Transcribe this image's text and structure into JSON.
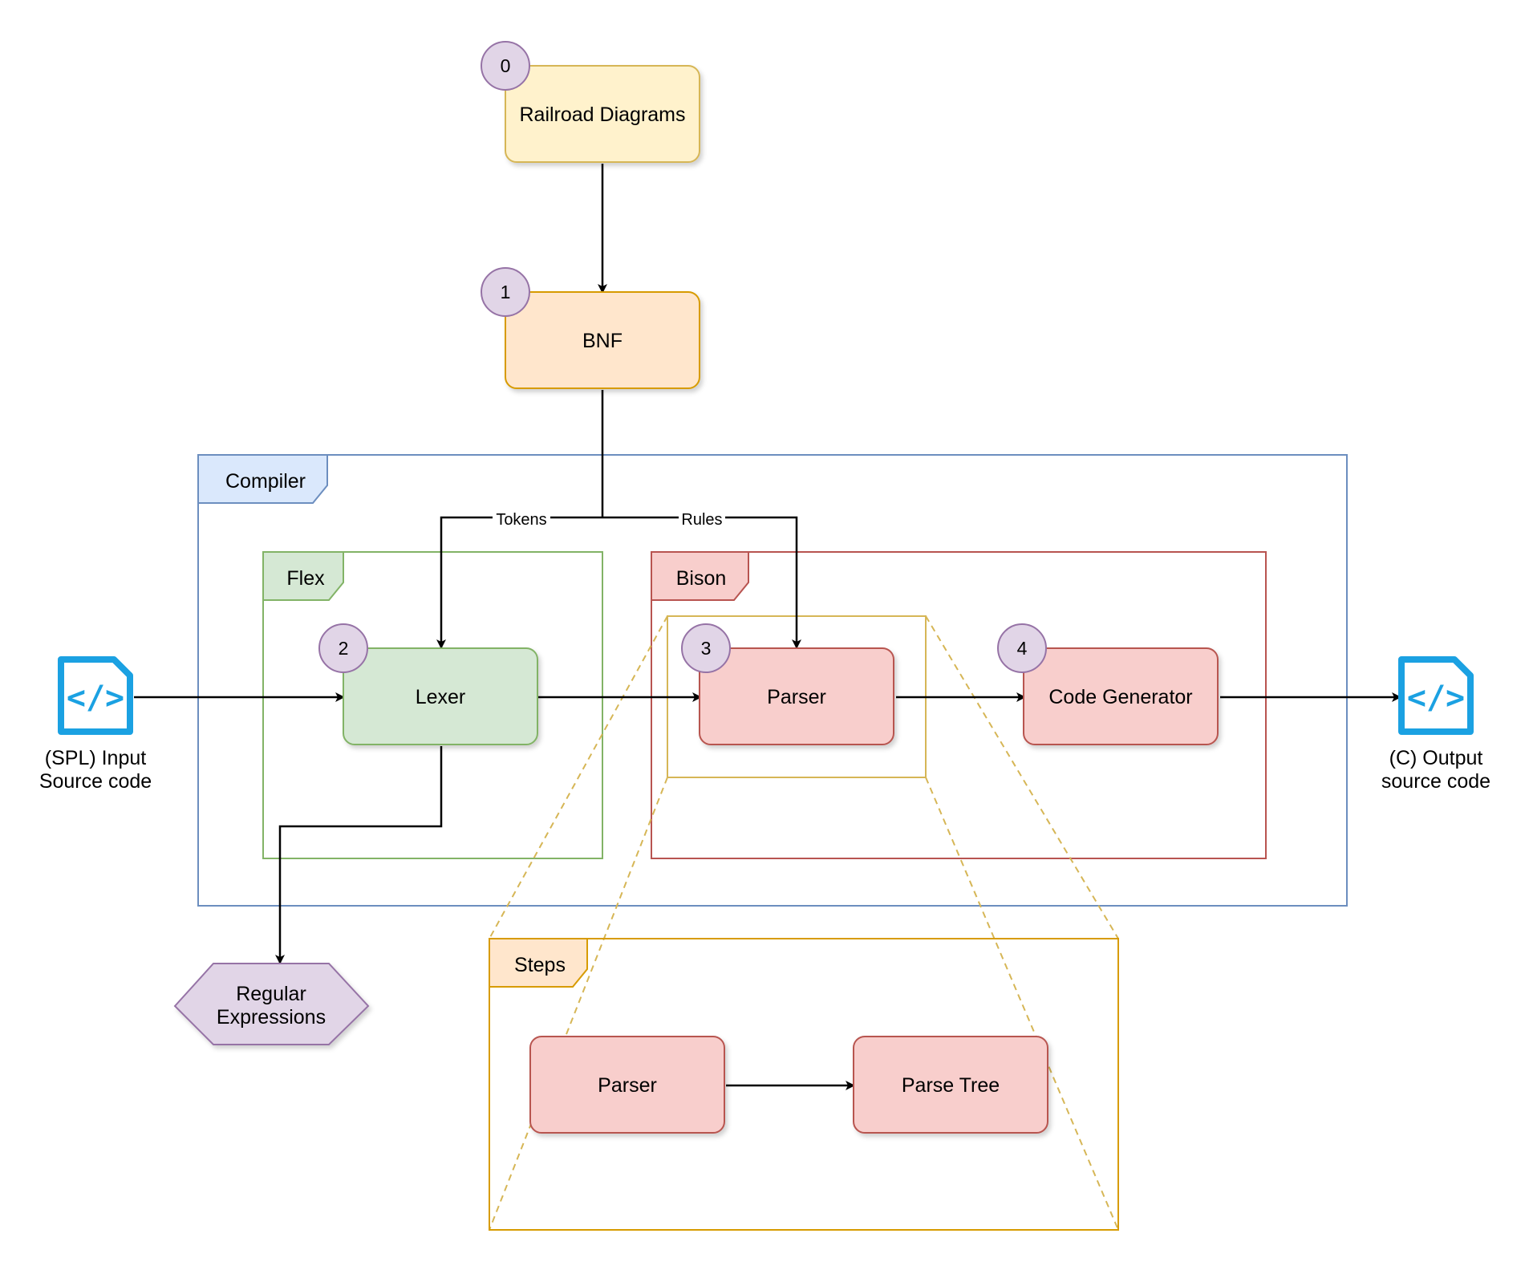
{
  "colors": {
    "yellow_fill": "#fff2cc",
    "yellow_stroke": "#d6b656",
    "orange_fill": "#ffe6cc",
    "orange_stroke": "#d79b00",
    "green_fill": "#d5e8d4",
    "green_stroke": "#82b366",
    "red_fill": "#f8cecc",
    "red_stroke": "#b85450",
    "blue_fill": "#dae8fc",
    "blue_stroke": "#6c8ebf",
    "purple_fill": "#e1d5e7",
    "purple_stroke": "#9673a6",
    "file_icon": "#1ba1e2"
  },
  "nodes": {
    "railroad": "Railroad Diagrams",
    "bnf": "BNF",
    "lexer": "Lexer",
    "parser": "Parser",
    "codegen": "Code Generator",
    "steps_parser": "Parser",
    "parse_tree": "Parse Tree",
    "regex": [
      "Regular",
      "Expressions"
    ],
    "input": [
      "(SPL) Input",
      "Source code"
    ],
    "output": [
      "(C) Output",
      "source code"
    ]
  },
  "badges": {
    "railroad": "0",
    "bnf": "1",
    "lexer": "2",
    "parser": "3",
    "codegen": "4"
  },
  "containers": {
    "compiler": "Compiler",
    "flex": "Flex",
    "bison": "Bison",
    "steps": "Steps"
  },
  "edge_labels": {
    "tokens": "Tokens",
    "rules": "Rules"
  },
  "icons": {
    "input": "code-file-icon",
    "output": "code-file-icon",
    "file_glyph": "</>"
  }
}
